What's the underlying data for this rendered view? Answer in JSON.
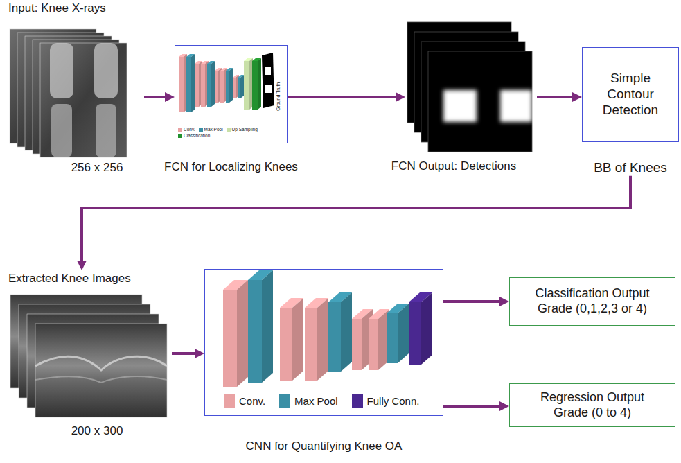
{
  "diagram": {
    "nodes": [
      {
        "text": [
          "Input: Knee X-rays",
          "256 x 256"
        ]
      },
      {
        "text": [
          "FCN for Localizing Knees"
        ]
      },
      {
        "text": [
          "FCN Output: Detections"
        ]
      },
      {
        "text": [
          "Simple Contour Detection",
          "BB of Knees"
        ]
      },
      {
        "text": [
          "Extracted Knee Images",
          "200 x 300"
        ]
      },
      {
        "text": [
          "CNN for Quantifying Knee OA"
        ]
      },
      {
        "text": [
          "Classification Output Grade (0,1,2,3 or 4)"
        ]
      },
      {
        "text": [
          "Regression Output Grade (0 to 4)"
        ]
      }
    ],
    "edges": [
      {
        "from": 0,
        "to": 1,
        "arrow": "to"
      },
      {
        "from": 1,
        "to": 2,
        "arrow": "to"
      },
      {
        "from": 2,
        "to": 3,
        "arrow": "to"
      },
      {
        "from": 3,
        "to": 4,
        "arrow": "to"
      },
      {
        "from": 4,
        "to": 5,
        "arrow": "to"
      },
      {
        "from": 5,
        "to": 6,
        "arrow": "to"
      },
      {
        "from": 5,
        "to": 7,
        "arrow": "to"
      }
    ],
    "labels": [
      "Ground Truth"
    ],
    "legend": [
      {
        "text": "Conv.",
        "color": "#e9a2a3"
      },
      {
        "text": "Max Pool",
        "color": "#3b8fa5"
      },
      {
        "text": "Up Sampling",
        "color": "#c9e0a8"
      },
      {
        "text": "Classification",
        "color": "#22912f"
      },
      {
        "text": "Conv.",
        "color": "#e9a2a3"
      },
      {
        "text": "Max Pool",
        "color": "#3b8fa5"
      },
      {
        "text": "Fully Conn.",
        "color": "#4a2890"
      }
    ]
  }
}
